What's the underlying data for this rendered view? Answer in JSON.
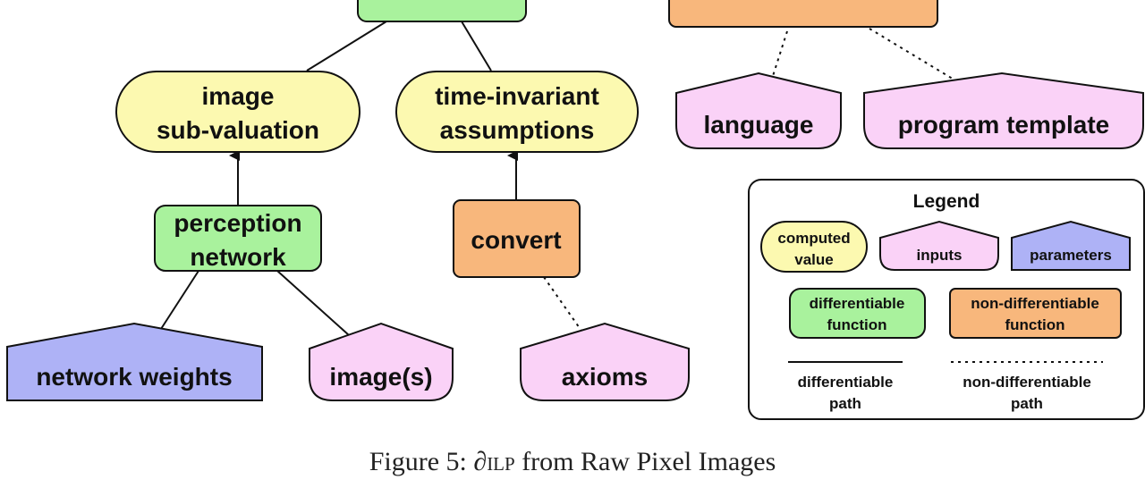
{
  "colors": {
    "computed": "#fcf9b0",
    "inputs": "#fad2f7",
    "parameters": "#aeb2f6",
    "differentiable_fn": "#a9f29d",
    "nondifferentiable_fn": "#f8b77c",
    "stroke": "#111111"
  },
  "nodes": {
    "top_green_label": "",
    "top_orange_label": "",
    "image_subvaluation": [
      "image",
      "sub-valuation"
    ],
    "time_invariant": [
      "time-invariant",
      "assumptions"
    ],
    "perception_network": [
      "perception",
      "network"
    ],
    "convert": "convert",
    "network_weights": "network weights",
    "images": "image(s)",
    "axioms": "axioms",
    "language": "language",
    "program_template": "program template"
  },
  "legend": {
    "title": "Legend",
    "computed_value": [
      "computed",
      "value"
    ],
    "inputs": "inputs",
    "parameters": "parameters",
    "differentiable_function": [
      "differentiable",
      "function"
    ],
    "nondifferentiable_function": [
      "non-differentiable",
      "function"
    ],
    "differentiable_path": [
      "differentiable",
      "path"
    ],
    "nondifferentiable_path": [
      "non-differentiable",
      "path"
    ]
  },
  "caption": {
    "prefix": "Figure 5: ",
    "symbol": "∂",
    "ilp": "ilp",
    "suffix": " from Raw Pixel Images"
  }
}
